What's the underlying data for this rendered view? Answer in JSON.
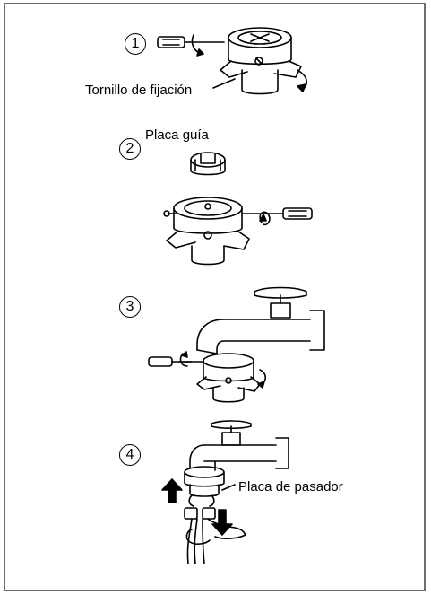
{
  "steps": [
    {
      "number": "1",
      "label": "Tornillo de fijación"
    },
    {
      "number": "2",
      "label": "Placa guía"
    },
    {
      "number": "3",
      "label": ""
    },
    {
      "number": "4",
      "label": "Placa de pasador"
    }
  ],
  "colors": {
    "line": "#000000",
    "border": "#6e6e6e"
  }
}
